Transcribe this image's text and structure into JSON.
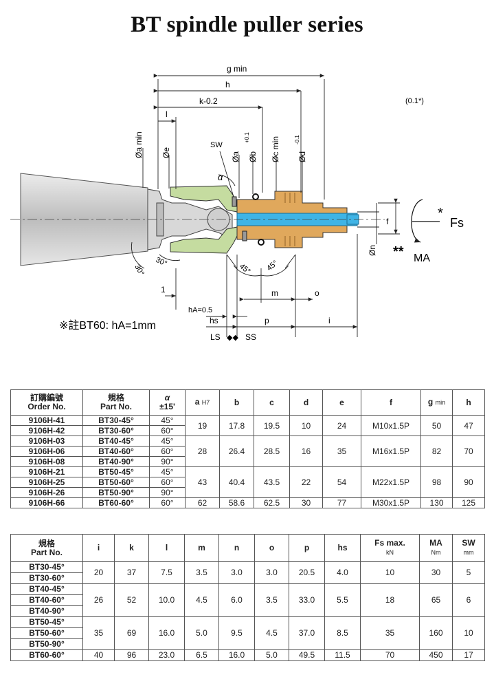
{
  "title": "BT spindle puller series",
  "diagram": {
    "g_min": "g min",
    "h": "h",
    "k": "k-0.2",
    "l": "l",
    "note_01": "(0.1*)",
    "a_min": "Øa min",
    "e": "Øe",
    "sw": "SW",
    "alpha": "α",
    "a": "Øa",
    "b": "Øb",
    "b_tol": "+0.1",
    "c_min": "Øc min",
    "d": "Ød",
    "d_tol": "-0.1",
    "f": "f",
    "n": "Øn",
    "fs": "Fs",
    "star1": "*",
    "ma": "MA",
    "star2": "**",
    "angle30a": "30°",
    "angle30b": "30°",
    "angle45a": "45°",
    "angle45b": "45°",
    "dim1": "1",
    "m": "m",
    "o": "o",
    "ha": "hA=0.5",
    "hs": "hs",
    "p": "p",
    "i": "i",
    "ls": "LS",
    "ss": "SS",
    "note_bt60": "※註BT60: hA=1mm"
  },
  "table1": {
    "headers": {
      "order_zh": "訂購編號",
      "order_en": "Order No.",
      "part_zh": "規格",
      "part_en": "Part No.",
      "alpha": "α",
      "alpha_tol": "±15'",
      "a": "a",
      "a_sub": "H7",
      "b": "b",
      "c": "c",
      "d": "d",
      "e": "e",
      "f": "f",
      "g": "g",
      "g_sub": "min",
      "h": "h"
    },
    "rows": [
      {
        "order": "9106H-41",
        "part": "BT30-45°",
        "alpha": "45°"
      },
      {
        "order": "9106H-42",
        "part": "BT30-60°",
        "alpha": "60°"
      },
      {
        "order": "9106H-03",
        "part": "BT40-45°",
        "alpha": "45°"
      },
      {
        "order": "9106H-06",
        "part": "BT40-60°",
        "alpha": "60°"
      },
      {
        "order": "9106H-08",
        "part": "BT40-90°",
        "alpha": "90°"
      },
      {
        "order": "9106H-21",
        "part": "BT50-45°",
        "alpha": "45°"
      },
      {
        "order": "9106H-25",
        "part": "BT50-60°",
        "alpha": "60°"
      },
      {
        "order": "9106H-26",
        "part": "BT50-90°",
        "alpha": "90°"
      },
      {
        "order": "9106H-66",
        "part": "BT60-60°",
        "alpha": "60°"
      }
    ],
    "groups": [
      {
        "a": "19",
        "b": "17.8",
        "c": "19.5",
        "d": "10",
        "e": "24",
        "f": "M10x1.5P",
        "g": "50",
        "h": "47"
      },
      {
        "a": "28",
        "b": "26.4",
        "c": "28.5",
        "d": "16",
        "e": "35",
        "f": "M16x1.5P",
        "g": "82",
        "h": "70"
      },
      {
        "a": "43",
        "b": "40.4",
        "c": "43.5",
        "d": "22",
        "e": "54",
        "f": "M22x1.5P",
        "g": "98",
        "h": "90"
      },
      {
        "a": "62",
        "b": "58.6",
        "c": "62.5",
        "d": "30",
        "e": "77",
        "f": "M30x1.5P",
        "g": "130",
        "h": "125"
      }
    ]
  },
  "table2": {
    "headers": {
      "part_zh": "規格",
      "part_en": "Part No.",
      "i": "i",
      "k": "k",
      "l": "l",
      "m": "m",
      "n": "n",
      "o": "o",
      "p": "p",
      "hs": "hs",
      "fs": "Fs max.",
      "fs_unit": "kN",
      "ma": "MA",
      "ma_unit": "Nm",
      "sw": "SW",
      "sw_unit": "mm"
    },
    "rows": [
      {
        "part": "BT30-45°"
      },
      {
        "part": "BT30-60°"
      },
      {
        "part": "BT40-45°"
      },
      {
        "part": "BT40-60°"
      },
      {
        "part": "BT40-90°"
      },
      {
        "part": "BT50-45°"
      },
      {
        "part": "BT50-60°"
      },
      {
        "part": "BT50-90°"
      },
      {
        "part": "BT60-60°"
      }
    ],
    "groups": [
      {
        "i": "20",
        "k": "37",
        "l": "7.5",
        "m": "3.5",
        "n": "3.0",
        "o": "3.0",
        "p": "20.5",
        "hs": "4.0",
        "fs": "10",
        "ma": "30",
        "sw": "5"
      },
      {
        "i": "26",
        "k": "52",
        "l": "10.0",
        "m": "4.5",
        "n": "6.0",
        "o": "3.5",
        "p": "33.0",
        "hs": "5.5",
        "fs": "18",
        "ma": "65",
        "sw": "6"
      },
      {
        "i": "35",
        "k": "69",
        "l": "16.0",
        "m": "5.0",
        "n": "9.5",
        "o": "4.5",
        "p": "37.0",
        "hs": "8.5",
        "fs": "35",
        "ma": "160",
        "sw": "10"
      },
      {
        "i": "40",
        "k": "96",
        "l": "23.0",
        "m": "6.5",
        "n": "16.0",
        "o": "5.0",
        "p": "49.5",
        "hs": "11.5",
        "fs": "70",
        "ma": "450",
        "sw": "17"
      }
    ]
  },
  "colors": {
    "green": "#c5dca0",
    "copper": "#e0a85c",
    "blue": "#3fb4e6",
    "grey": "#d4d4d4"
  }
}
